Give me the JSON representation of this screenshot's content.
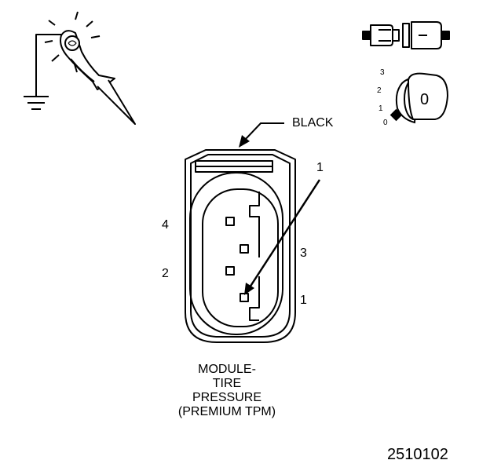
{
  "connector": {
    "color_label": "BLACK",
    "pointer_label": "1",
    "pins": {
      "p4": "4",
      "p2": "2",
      "p3": "3",
      "p1": "1"
    },
    "caption": [
      "MODULE-",
      "TIRE",
      "PRESSURE",
      "(PREMIUM TPM)"
    ]
  },
  "ignition": {
    "positions": {
      "k3": "3",
      "k2": "2",
      "k1": "1",
      "k0": "0"
    },
    "key_glyph": "0"
  },
  "figure_id": "2510102",
  "icons": [
    "test-lamp-probe-icon",
    "ground-symbol-icon",
    "connector-disconnected-icon",
    "ignition-key-icon"
  ],
  "colors": {
    "ink": "#000000",
    "paper": "#ffffff"
  }
}
